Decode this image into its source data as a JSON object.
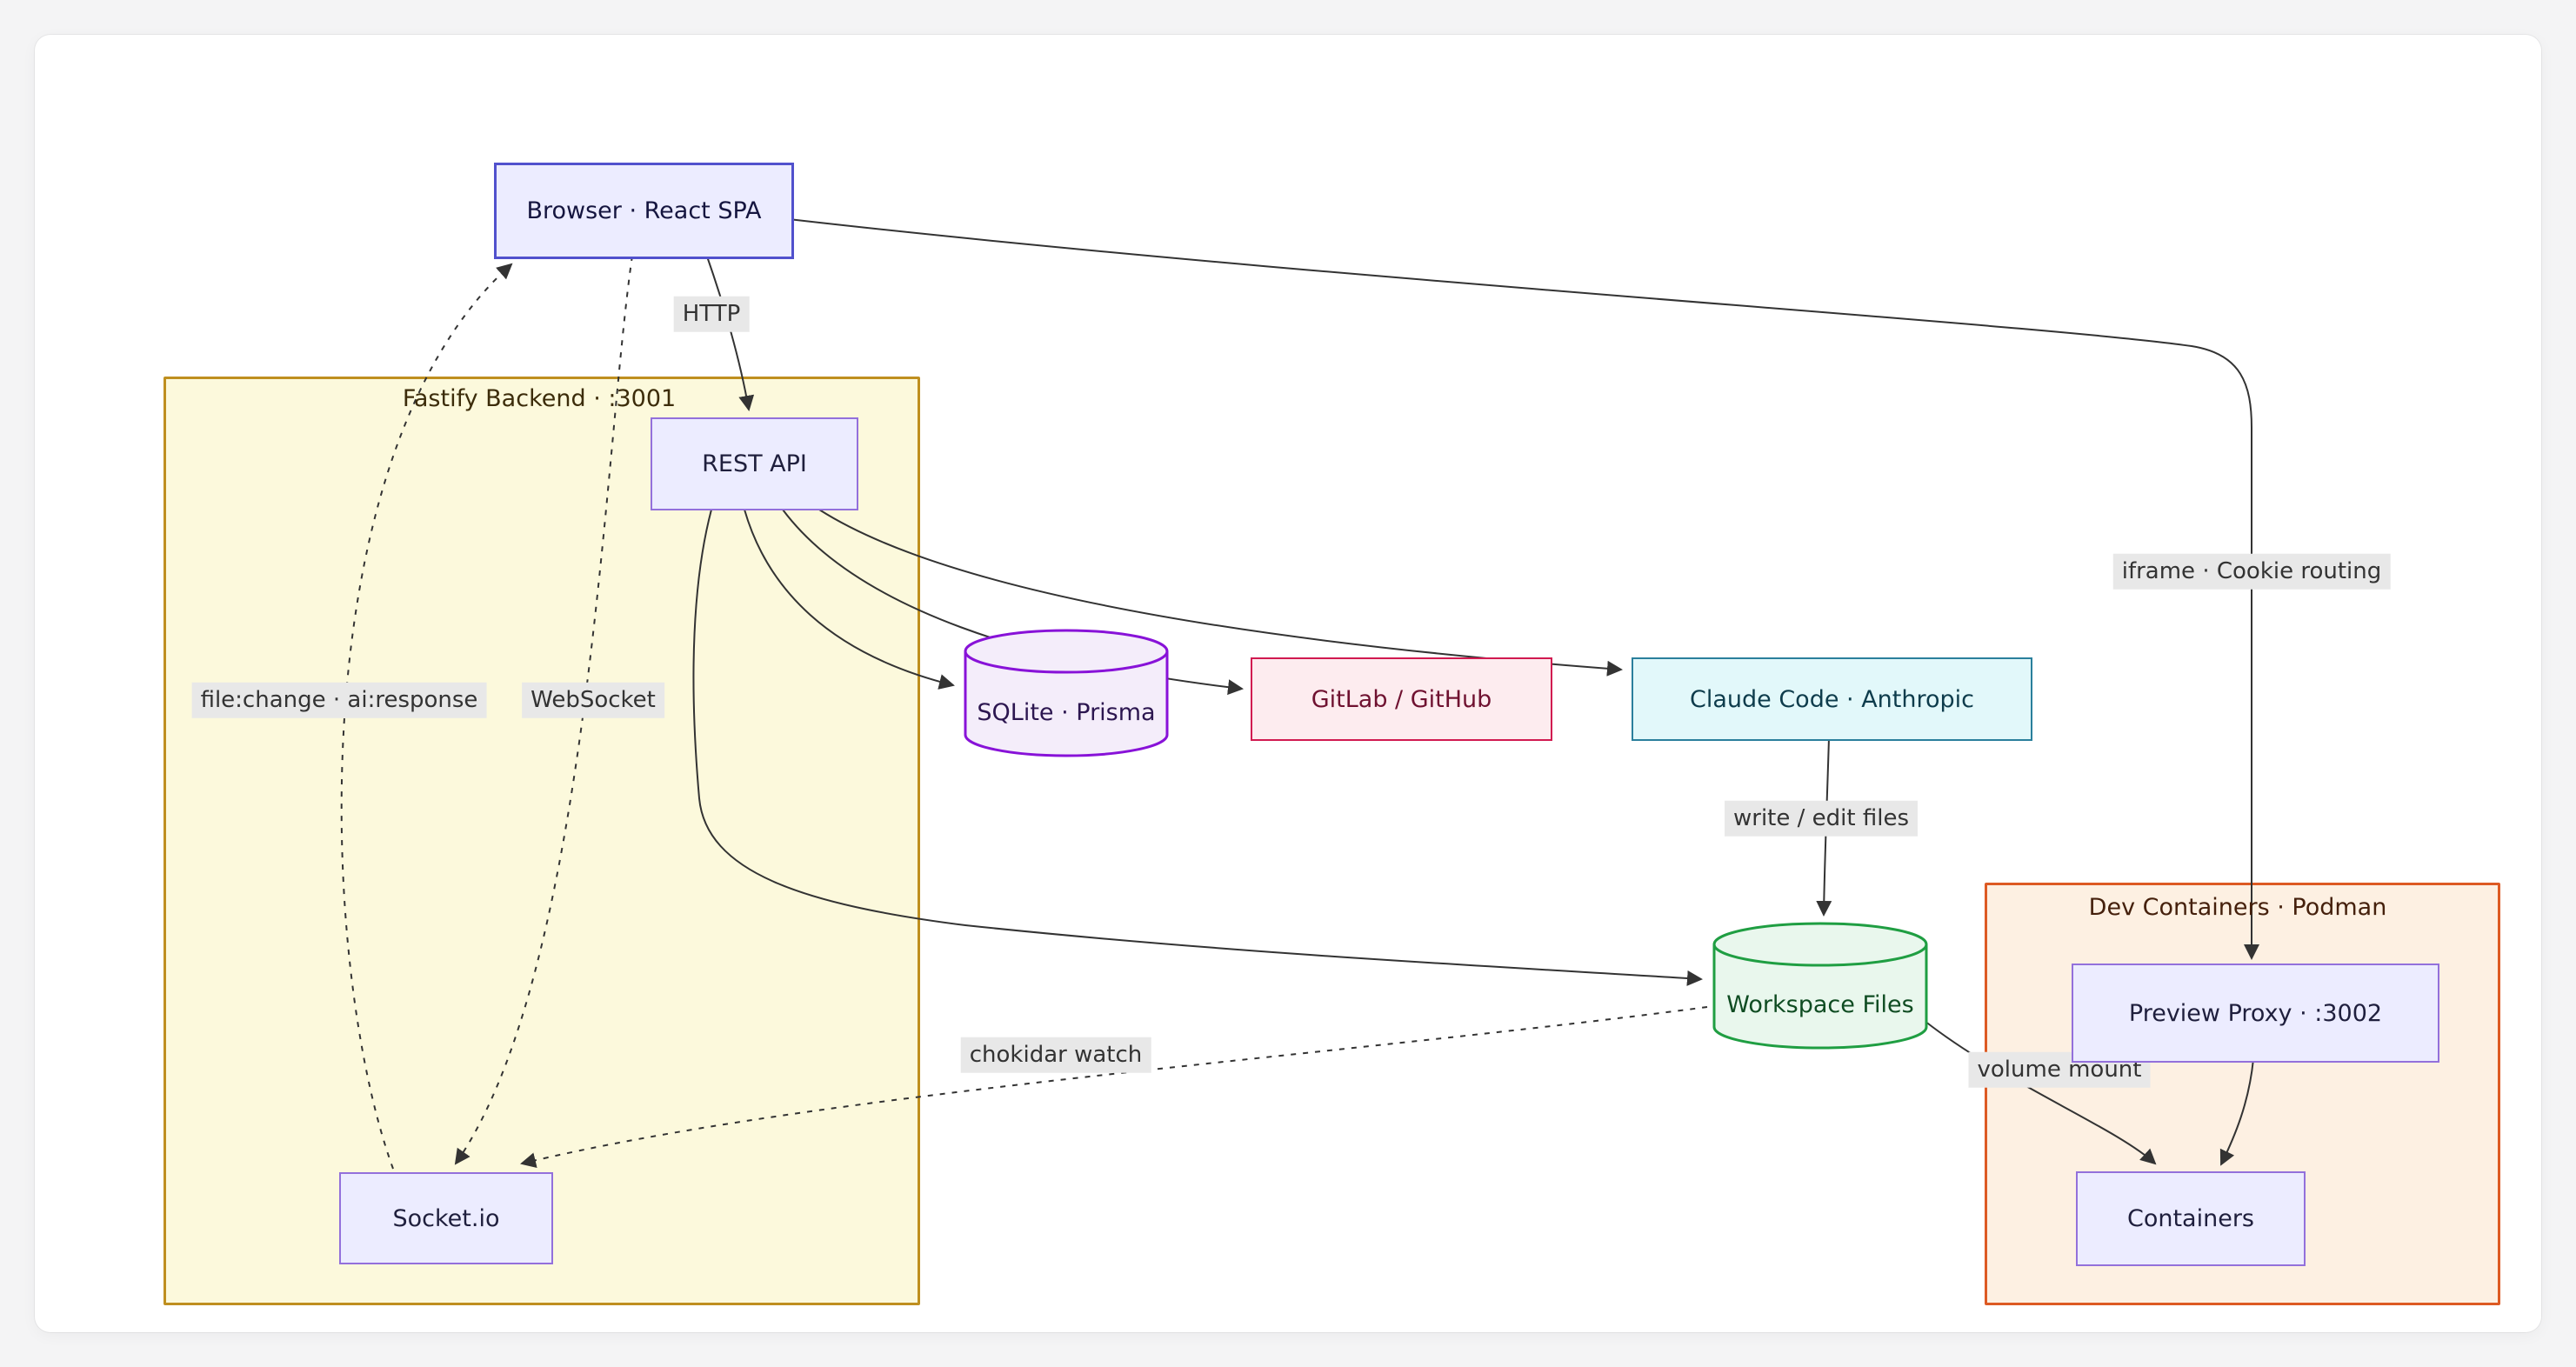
{
  "diagram": {
    "nodes": {
      "browser": "Browser · React SPA",
      "rest_api": "REST API",
      "sqlite": "SQLite · Prisma",
      "gitlab": "GitLab / GitHub",
      "claude": "Claude Code · Anthropic",
      "workspace": "Workspace Files",
      "preview_proxy": "Preview Proxy · :3002",
      "containers": "Containers",
      "socketio": "Socket.io"
    },
    "subgraphs": {
      "fastify": "Fastify Backend · :3001",
      "devcontainers": "Dev Containers · Podman"
    },
    "edge_labels": {
      "http": "HTTP",
      "iframe_routing": "iframe · Cookie routing",
      "file_change": "file:change · ai:response",
      "websocket": "WebSocket",
      "write_edit": "write / edit files",
      "chokidar": "chokidar watch",
      "volume_mount": "volume mount"
    },
    "colors": {
      "node_fill": "#ECECFF",
      "node_border": "#9370DB",
      "browser_border": "#5151cd",
      "fastify_fill": "#fcf9dc",
      "fastify_border": "#bf8f1f",
      "devcontainers_fill": "#fdf0e2",
      "devcontainers_border": "#dd5a23",
      "sqlite_fill": "#f4edfa",
      "sqlite_border": "#8812d8",
      "gitlab_fill": "#fdecef",
      "gitlab_border": "#d11a50",
      "claude_fill": "#e2f8fa",
      "claude_border": "#2a7f9c",
      "workspace_fill": "#e9f7ed",
      "workspace_border": "#1f9e42",
      "edge_stroke": "#333333",
      "edge_label_bg": "#e8e8e8",
      "canvas_bg": "#ffffff"
    }
  }
}
